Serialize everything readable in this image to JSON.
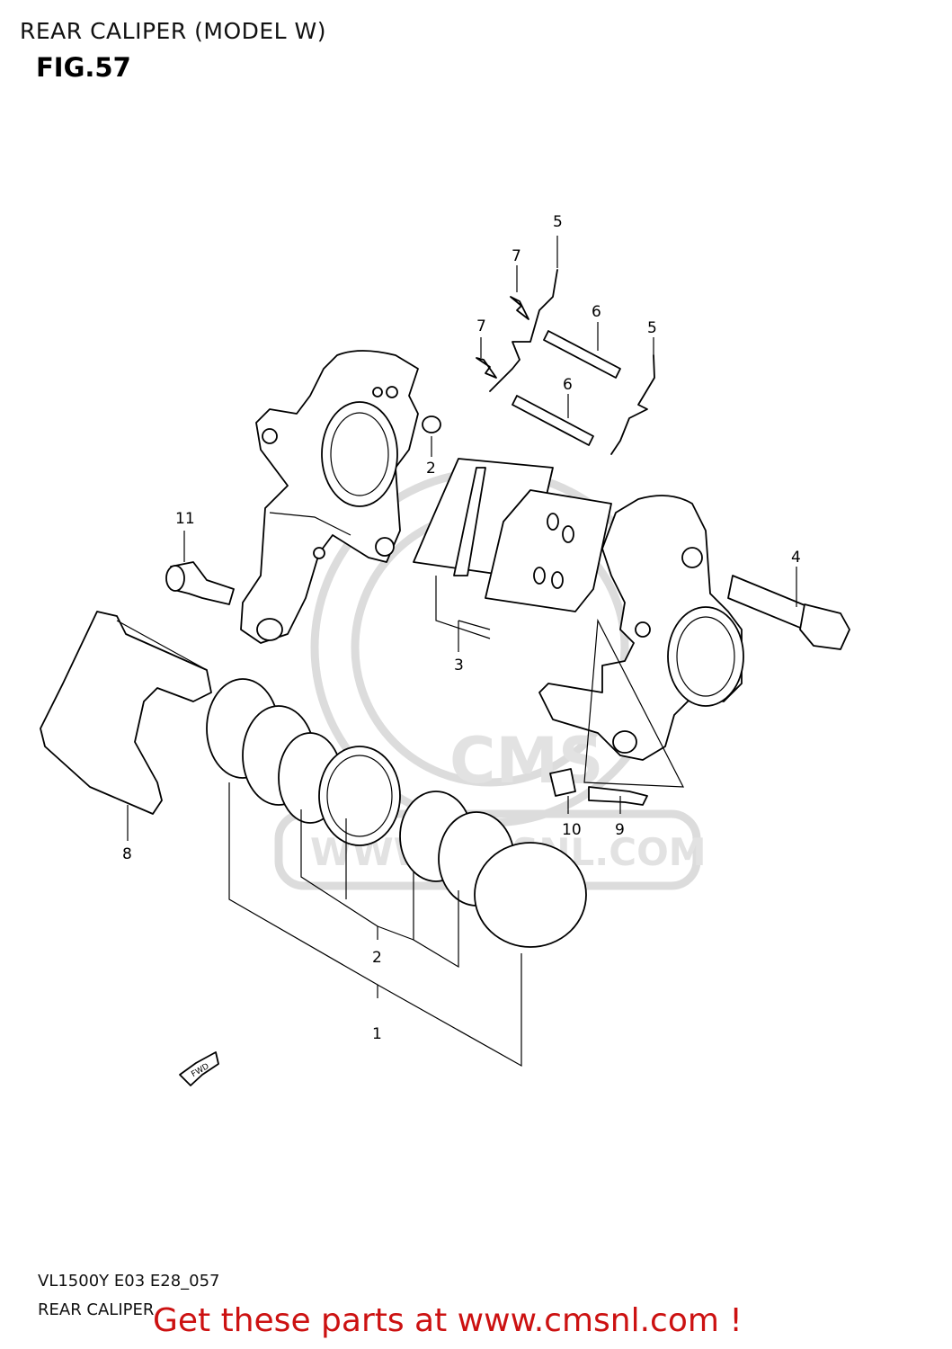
{
  "header": {
    "title": "REAR CALIPER (MODEL W)",
    "figure": "FIG.57"
  },
  "parts": [
    {
      "number": "1"
    },
    {
      "number": "2"
    },
    {
      "number": "3"
    },
    {
      "number": "4"
    },
    {
      "number": "5"
    },
    {
      "number": "6"
    },
    {
      "number": "7"
    },
    {
      "number": "8"
    },
    {
      "number": "9"
    },
    {
      "number": "10"
    },
    {
      "number": "11"
    }
  ],
  "direction_marker": "FWD",
  "watermark": {
    "logo": "CMS",
    "site": "WWW.CMSNL.COM"
  },
  "footer": {
    "code": "VL1500Y E03 E28_057",
    "name": "REAR CALIPER"
  },
  "promo": "Get these parts at www.cmsnl.com !"
}
